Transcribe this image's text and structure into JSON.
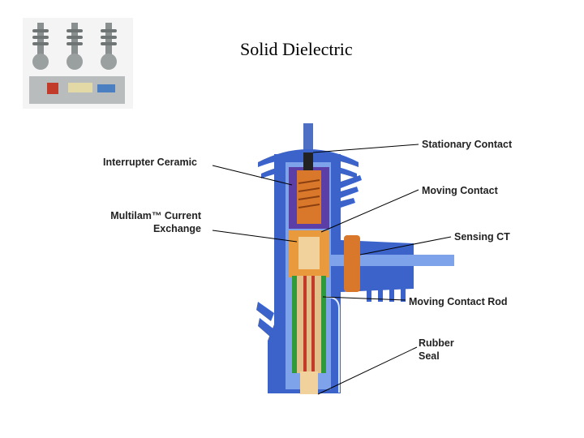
{
  "slide": {
    "title": "Solid Dielectric"
  },
  "labels": {
    "interrupter_ceramic": "Interrupter Ceramic",
    "multilam_line1": "Multilam™ Current",
    "multilam_line2": "Exchange",
    "stationary_contact": "Stationary Contact",
    "moving_contact": "Moving Contact",
    "sensing_ct": "Sensing CT",
    "moving_contact_rod": "Moving Contact Rod",
    "rubber_seal_line1": "Rubber",
    "rubber_seal_line2": "Seal"
  },
  "colors": {
    "insulator_blue": "#3b63c9",
    "insulator_light": "#7fa3ea",
    "contact_orange": "#d9772a",
    "rod_green": "#2f9a3a",
    "ceramic_purple": "#5b3fa6"
  }
}
